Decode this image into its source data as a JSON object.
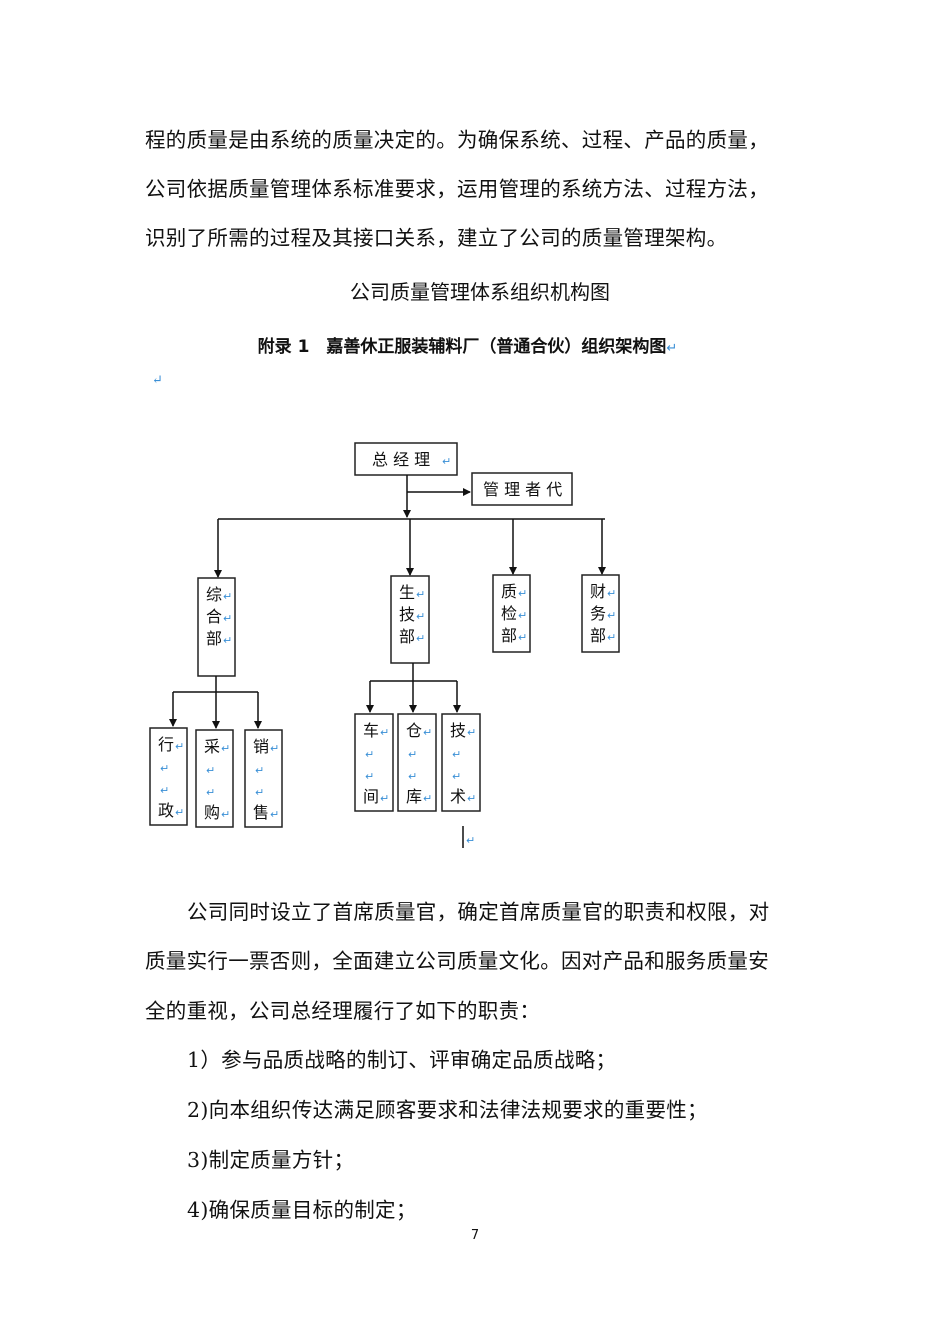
{
  "top_paragraph": [
    "程的质量是由系统的质量决定的。为确保系统、过程、产品的质量，",
    "公司依据质量管理体系标准要求，运用管理的系统方法、过程方法，",
    "识别了所需的过程及其接口关系，建立了公司的质量管理架构。"
  ],
  "caption": "公司质量管理体系组织机构图",
  "figure_title": "附录 1　嘉善休正服装辅料厂（普通合伙）组织架构图",
  "paragraph_mark": "↵",
  "org_chart": {
    "root": "总 经 理",
    "representative": "管 理 者 代",
    "departments": [
      {
        "name": [
          "综",
          "合",
          "部"
        ],
        "children": [
          [
            "行",
            "",
            "",
            "政"
          ],
          [
            "采",
            "",
            "",
            "购"
          ],
          [
            "销",
            "",
            "",
            "售"
          ]
        ]
      },
      {
        "name": [
          "生",
          "技",
          "部"
        ],
        "children": [
          [
            "车",
            "",
            "",
            "间"
          ],
          [
            "仓",
            "",
            "",
            "库"
          ],
          [
            "技",
            "",
            "",
            "术"
          ]
        ]
      },
      {
        "name": [
          "质",
          "检",
          "部"
        ],
        "children": []
      },
      {
        "name": [
          "财",
          "务",
          "部"
        ],
        "children": []
      }
    ]
  },
  "bottom_paragraph": [
    "公司同时设立了首席质量官，确定首席质量官的职责和权限，对",
    "质量实行一票否则，全面建立公司质量文化。因对产品和服务质量安",
    "全的重视，公司总经理履行了如下的职责：",
    "1）参与品质战略的制订、评审确定品质战略；",
    "2)向本组织传达满足顾客要求和法律法规要求的重要性；",
    "3)制定质量方针；",
    "4)确保质量目标的制定；"
  ],
  "page_number": "7"
}
